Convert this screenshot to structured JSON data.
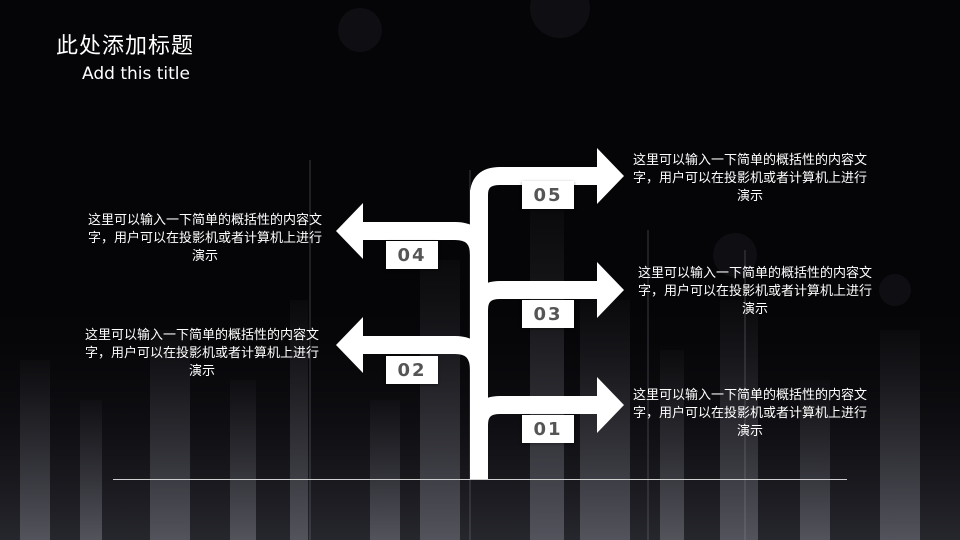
{
  "slide": {
    "title": "此处添加标题",
    "subtitle": "Add this title"
  },
  "steps": [
    {
      "number": "01",
      "direction": "right",
      "text": "这里可以输入一下简单的概括性的内容文字，用户可以在投影机或者计算机上进行演示"
    },
    {
      "number": "02",
      "direction": "left",
      "text": "这里可以输入一下简单的概括性的内容文字，用户可以在投影机或者计算机上进行演示"
    },
    {
      "number": "03",
      "direction": "right",
      "text": "这里可以输入一下简单的概括性的内容文字，用户可以在投影机或者计算机上进行演示"
    },
    {
      "number": "04",
      "direction": "left",
      "text": "这里可以输入一下简单的概括性的内容文字，用户可以在投影机或者计算机上进行演示"
    },
    {
      "number": "05",
      "direction": "right",
      "text": "这里可以输入一下简单的概括性的内容文字，用户可以在投影机或者计算机上进行演示"
    }
  ],
  "colors": {
    "background": "#050507",
    "arrow": "#ffffff",
    "number_text": "#555555"
  }
}
